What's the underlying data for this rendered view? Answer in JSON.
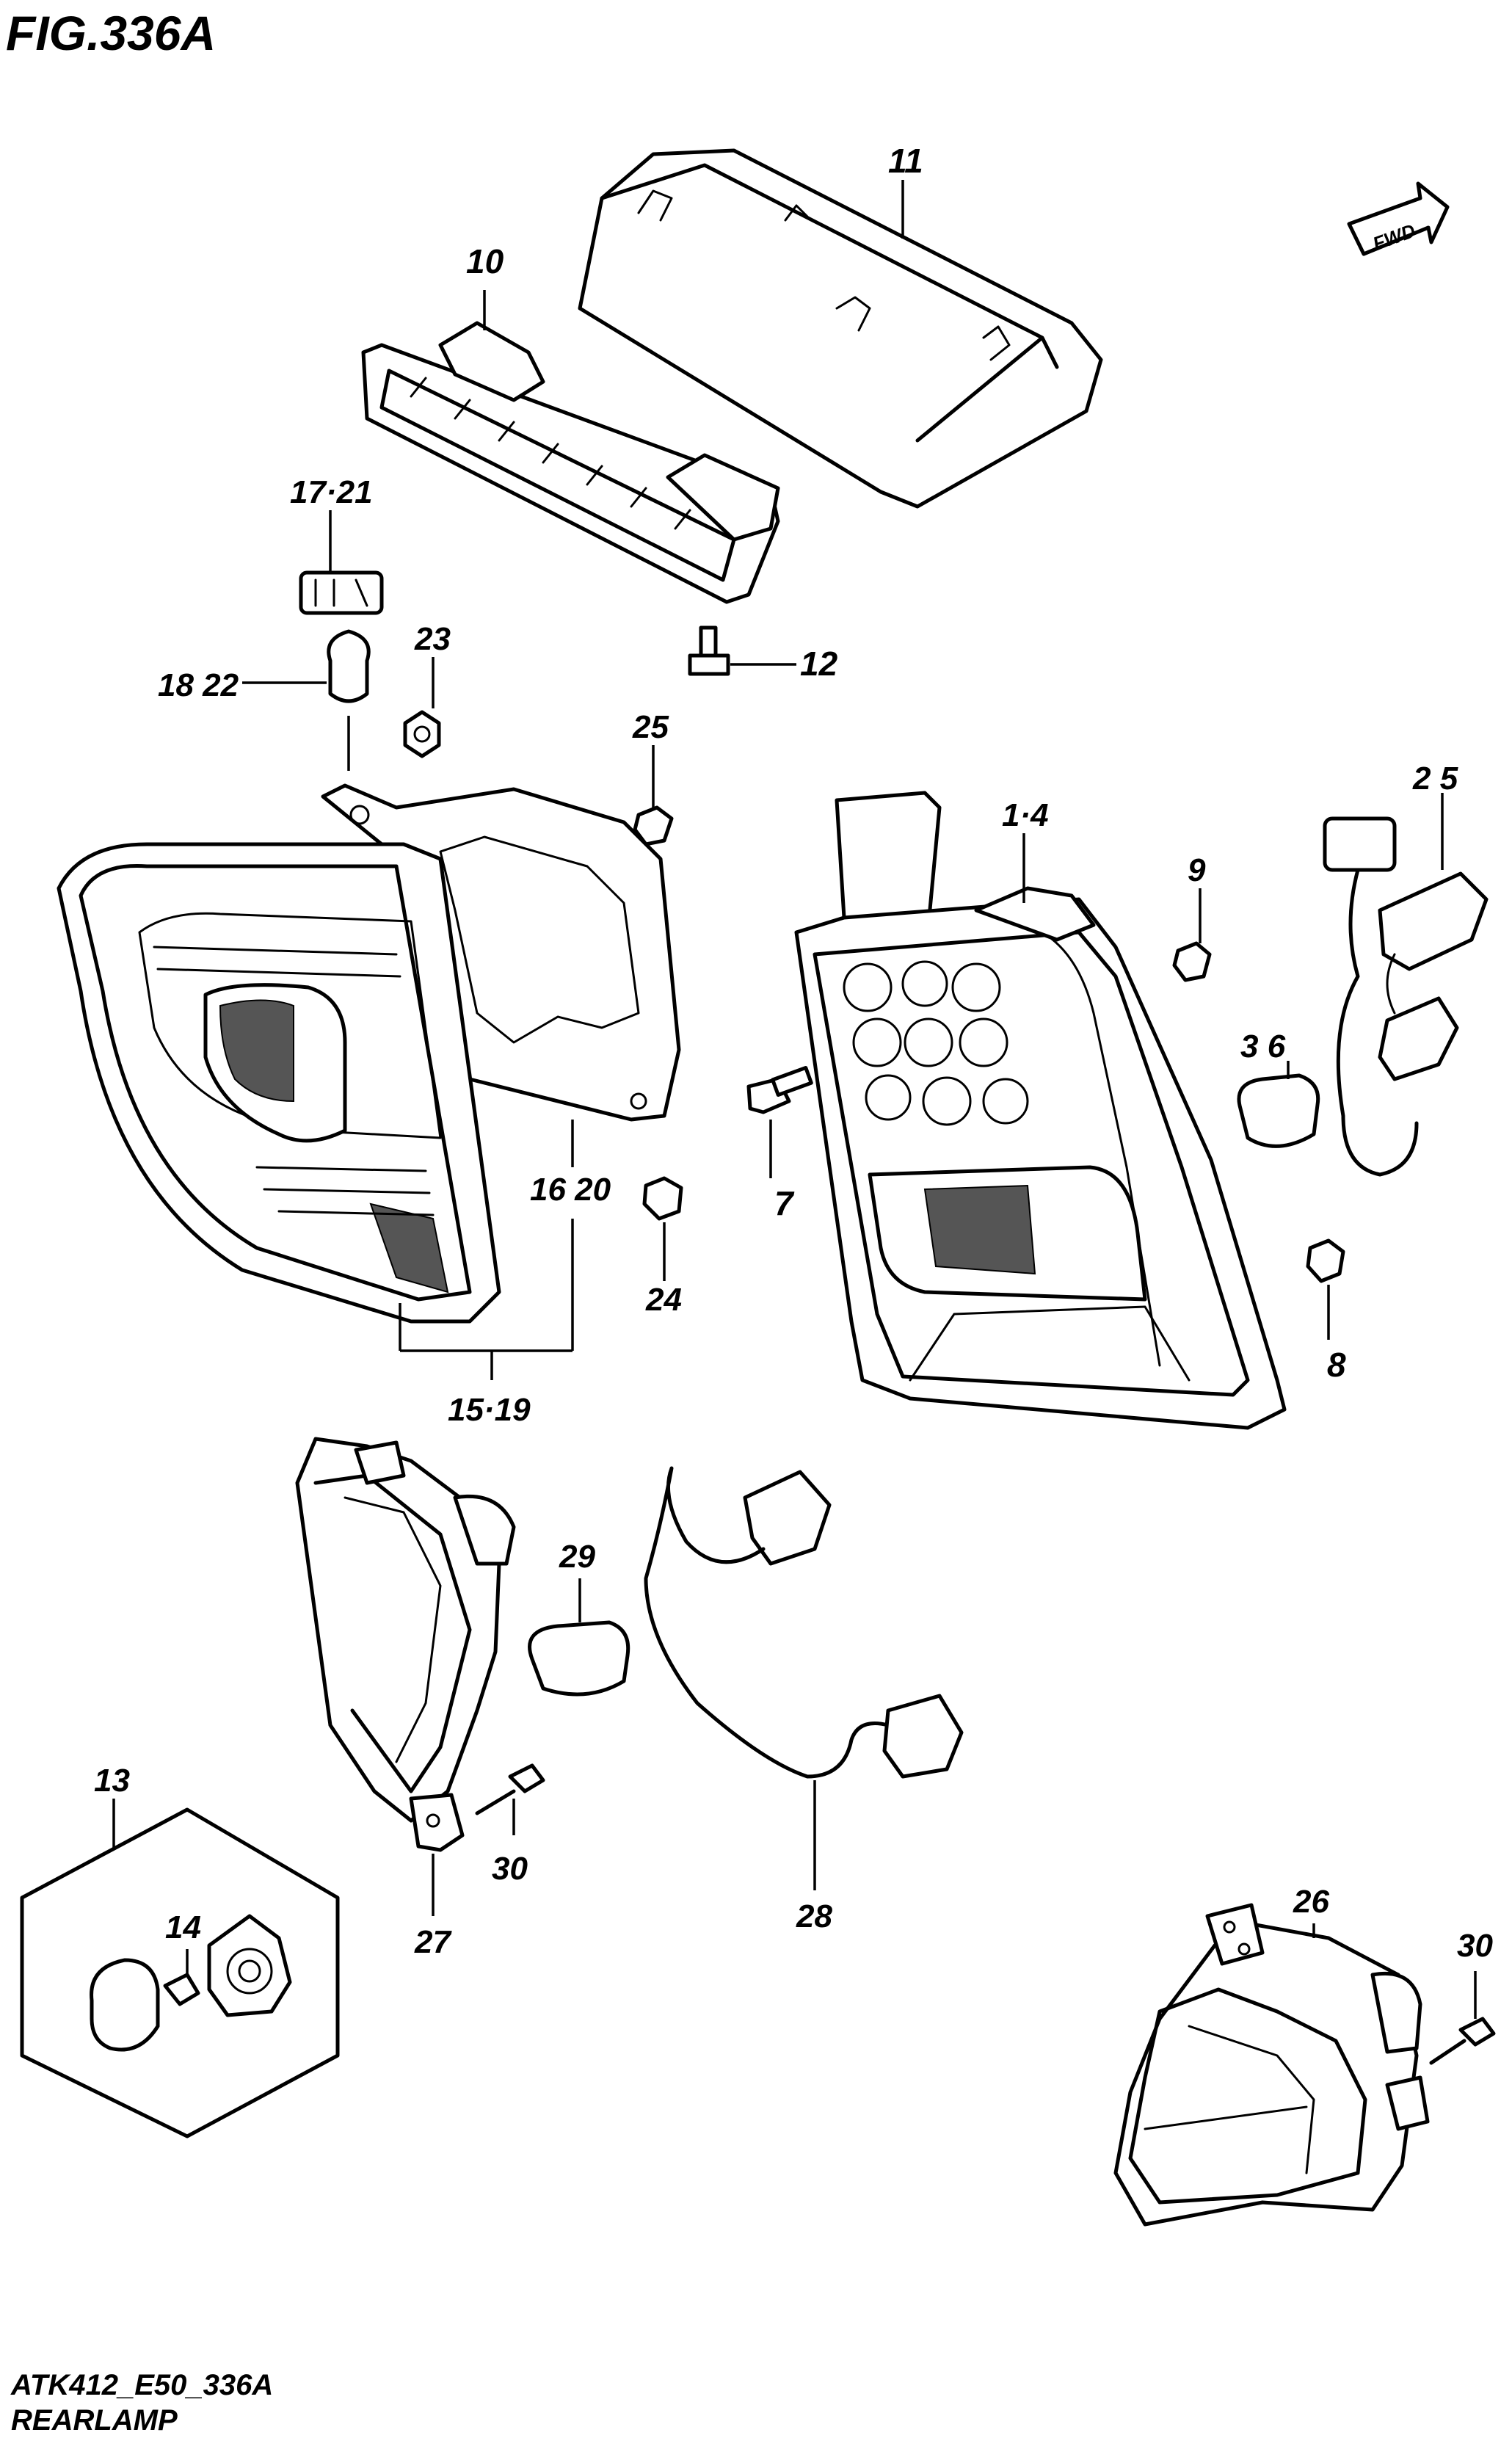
{
  "figure": {
    "title": "FIG.336A",
    "code": "ATK412_E50_336A",
    "name": "REARLAMP",
    "direction_badge": "FWD"
  },
  "callouts": {
    "c1_4": "1·4",
    "c2_5": "2 5",
    "c3_6": "3 6",
    "c7": "7",
    "c8": "8",
    "c9": "9",
    "c10": "10",
    "c11": "11",
    "c12": "12",
    "c13": "13",
    "c14": "14",
    "c15_19": "15·19",
    "c16_20": "16 20",
    "c17_21": "17·21",
    "c18_22": "18 22",
    "c23": "23",
    "c24": "24",
    "c25": "25",
    "c26": "26",
    "c27": "27",
    "c28": "28",
    "c29": "29",
    "c30a": "30",
    "c30b": "30"
  }
}
